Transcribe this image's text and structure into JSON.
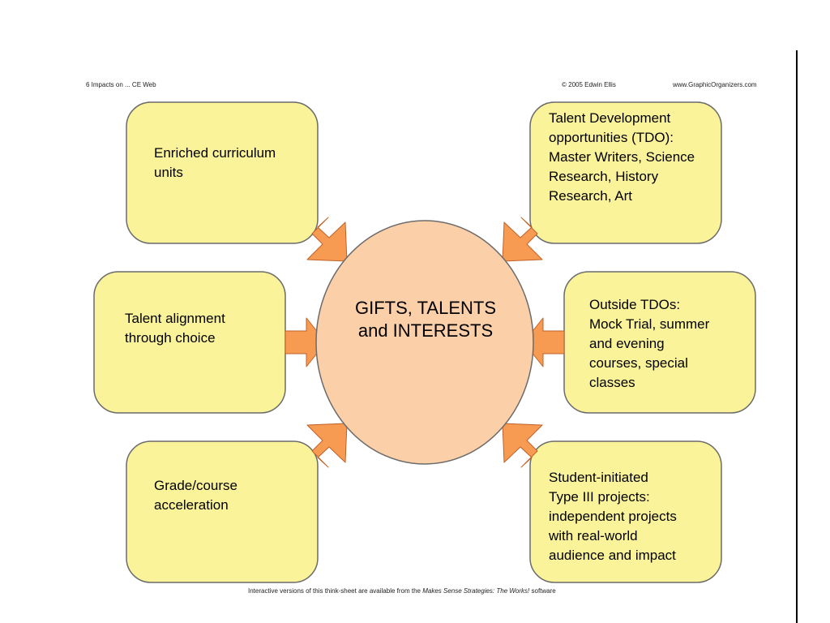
{
  "header": {
    "left": "6 Impacts on ...   CE Web",
    "copyright": "© 2005 Edwin Ellis",
    "site": "www.GraphicOrganizers.com"
  },
  "center": {
    "line1": "GIFTS, TALENTS",
    "line2": "and INTERESTS"
  },
  "boxes": {
    "top_left": "Enriched curriculum\nunits",
    "top_right": "Talent Development\nopportunities (TDO):\nMaster Writers, Science\nResearch, History\nResearch, Art",
    "mid_left": "Talent alignment\nthrough choice",
    "mid_right": "Outside TDOs:\nMock Trial, summer\nand evening\ncourses, special\nclasses",
    "bottom_left": "Grade/course\nacceleration",
    "bottom_right": "Student-initiated\nType III projects:\nindependent projects\nwith real-world\naudience and impact"
  },
  "footer": {
    "prefix": "Interactive versions of this think-sheet are available from the ",
    "product": "Makes Sense Strategies: The Works!",
    "suffix": " software"
  },
  "colors": {
    "box_fill": "#fbf39a",
    "box_stroke": "#6b6b6b",
    "center_fill": "#fbcfa8",
    "arrow_fill": "#f79a52",
    "arrow_stroke": "#c0622a"
  }
}
